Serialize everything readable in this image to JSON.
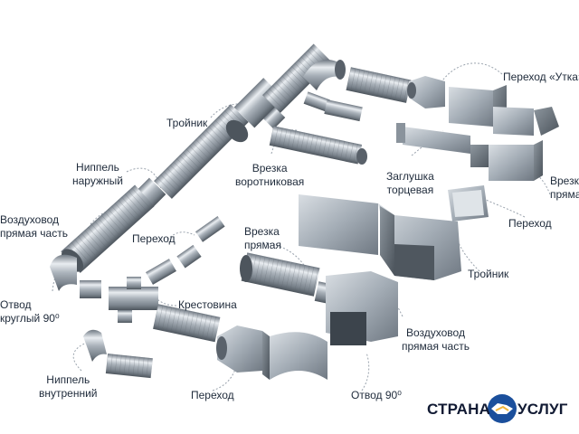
{
  "labels": {
    "perehod_utka": "Переход «Утка»",
    "troynik_round": "Тройник",
    "nippel_naruzh": [
      "Ниппель",
      "наружный"
    ],
    "vrezka_vorotn": [
      "Врезка",
      "воротниковая"
    ],
    "zaglushka": [
      "Заглушка",
      "торцевая"
    ],
    "vrezka_right": [
      "Врезка",
      "прямая"
    ],
    "vozduhovod_round": [
      "Воздуховод",
      "прямая часть"
    ],
    "perehod_round": "Переход",
    "perehod_rect_right": "Переход",
    "vrezka_pryamaya": [
      "Врезка",
      "прямая"
    ],
    "troynik_rect": "Тройник",
    "otvod_round": [
      "Отвод",
      "круглый 90⁰"
    ],
    "krestovina": "Крестовина",
    "vozduhovod_rect": [
      "Воздуховод",
      "прямая часть"
    ],
    "nippel_vnutr": [
      "Ниппель",
      "внутренний"
    ],
    "perehod_bottom": "Переход",
    "otvod_rect": "Отвод 90⁰"
  },
  "logo": {
    "left": "СТРАНА",
    "right": "УСЛУГ"
  },
  "colors": {
    "text": "#1e2a3a",
    "leader": "#9aa3ad",
    "logo_text": "#111a33",
    "logo_blue": "#1b4f9c"
  }
}
